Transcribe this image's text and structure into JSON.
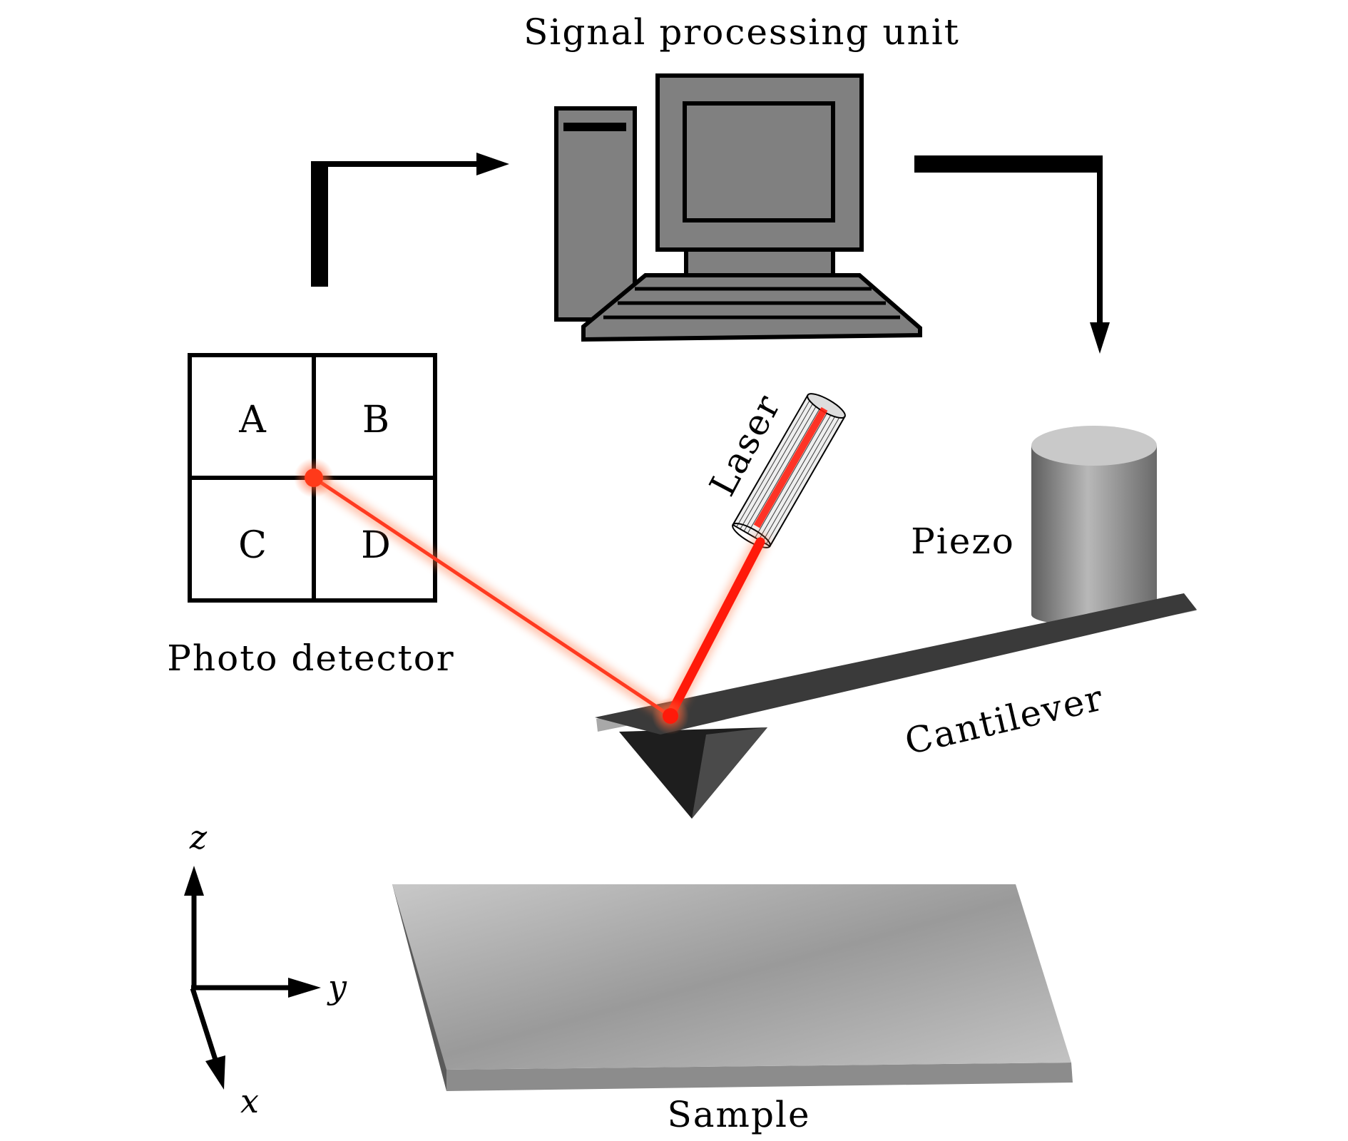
{
  "labels": {
    "signal_processing_unit": "Signal processing unit",
    "photo_detector": "Photo detector",
    "laser": "Laser",
    "piezo": "Piezo",
    "cantilever": "Cantilever",
    "sample": "Sample"
  },
  "quadrants": [
    "A",
    "B",
    "C",
    "D"
  ],
  "axes": {
    "z": "z",
    "y": "y",
    "x": "x"
  },
  "colors": {
    "laser_beam": "#ff2a10",
    "laser_glow": "#ff7a4a",
    "computer_fill": "#808080",
    "cantilever_top": "#3a3a3a",
    "sample_top": "#b0b0b0"
  }
}
